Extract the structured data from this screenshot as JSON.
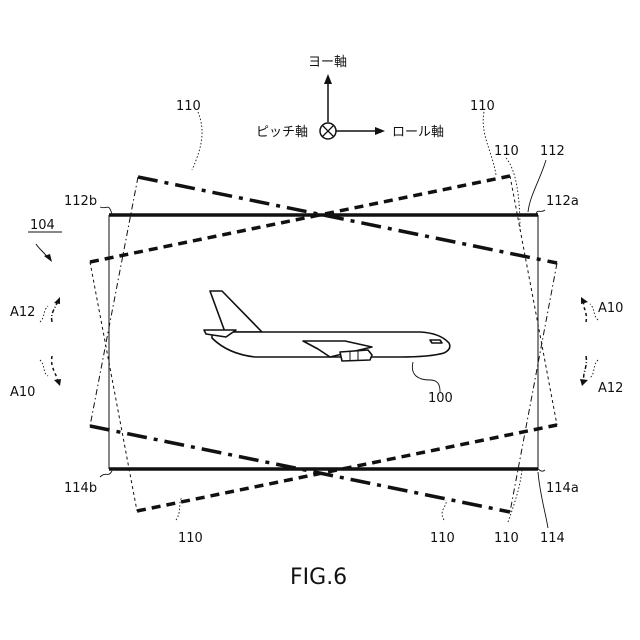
{
  "figure": {
    "caption": "FIG.6"
  },
  "axes": {
    "yaw": "ヨー軸",
    "pitch": "ピッチ軸",
    "roll": "ロール軸"
  },
  "refs": {
    "r110": "110",
    "r112": "112",
    "r112a": "112a",
    "r112b": "112b",
    "r114": "114",
    "r114a": "114a",
    "r114b": "114b",
    "r104": "104",
    "r100": "100",
    "a10": "A10",
    "a12": "A12"
  }
}
